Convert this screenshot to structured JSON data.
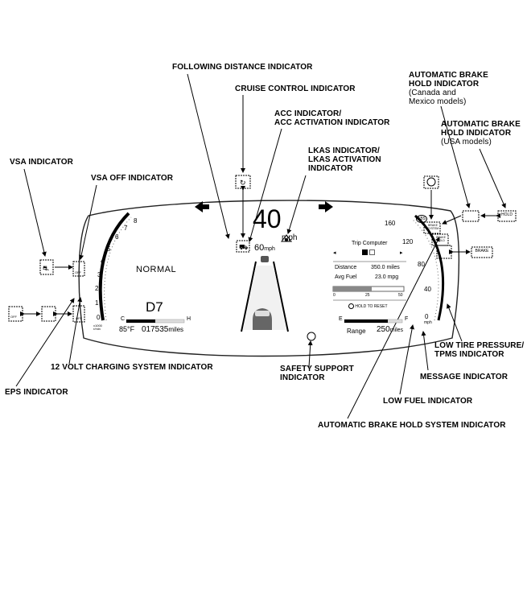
{
  "labels": {
    "following_distance": "FOLLOWING DISTANCE INDICATOR",
    "cruise_control": "CRUISE CONTROL INDICATOR",
    "acc": [
      "ACC INDICATOR/",
      "ACC ACTIVATION INDICATOR"
    ],
    "lkas": [
      "LKAS INDICATOR/",
      "LKAS ACTIVATION",
      "INDICATOR"
    ],
    "vsa": "VSA INDICATOR",
    "vsa_off": "VSA OFF INDICATOR",
    "abh_canada": [
      "AUTOMATIC BRAKE",
      "HOLD INDICATOR",
      "(Canada and",
      "Mexico models)"
    ],
    "abh_usa": [
      "AUTOMATIC BRAKE",
      "HOLD INDICATOR",
      "(USA models)"
    ],
    "charging": "12 VOLT CHARGING SYSTEM INDICATOR",
    "eps": "EPS INDICATOR",
    "safety_support": [
      "SAFETY SUPPORT",
      "INDICATOR"
    ],
    "low_tire": [
      "LOW TIRE PRESSURE/",
      "TPMS INDICATOR"
    ],
    "message": "MESSAGE INDICATOR",
    "low_fuel": "LOW FUEL INDICATOR",
    "abh_system": "AUTOMATIC BRAKE HOLD SYSTEM INDICATOR"
  },
  "cluster": {
    "speed": "40",
    "speed_unit": "mph",
    "set_speed": "60",
    "set_speed_unit": "mph",
    "drive_mode": "NORMAL",
    "gear": "D7",
    "outside_temp": "85°F",
    "odometer": "017535",
    "odometer_unit": "miles",
    "rpm_unit_line1": "x1000",
    "rpm_unit_line2": "r/min",
    "temp_cold": "C",
    "temp_hot": "H",
    "fuel_empty": "E",
    "fuel_full": "F",
    "range_label": "Range",
    "range_value": "250",
    "range_unit": "miles",
    "speedo_unit": "mph",
    "tach_ticks": [
      "0",
      "1",
      "2",
      "3",
      "4",
      "5",
      "6",
      "7",
      "8"
    ],
    "speedo_ticks": [
      "0",
      "40",
      "80",
      "120",
      "160"
    ],
    "trip": {
      "title": "Trip Computer",
      "rows": [
        {
          "label": "Distance",
          "value": "350.0 miles"
        },
        {
          "label": "Avg Fuel",
          "value": "23.0 mpg"
        }
      ],
      "bar_ticks": [
        "0",
        "25",
        "50"
      ],
      "hold_to_reset": "HOLD TO RESET"
    }
  },
  "icon_texts": {
    "brake_system": "BRAKE SYSTEM",
    "brake_hold": "BRAKE HOLD",
    "brake": "BRAKE",
    "hold": "HOLD",
    "off": "OFF",
    "abs": "ABS"
  }
}
